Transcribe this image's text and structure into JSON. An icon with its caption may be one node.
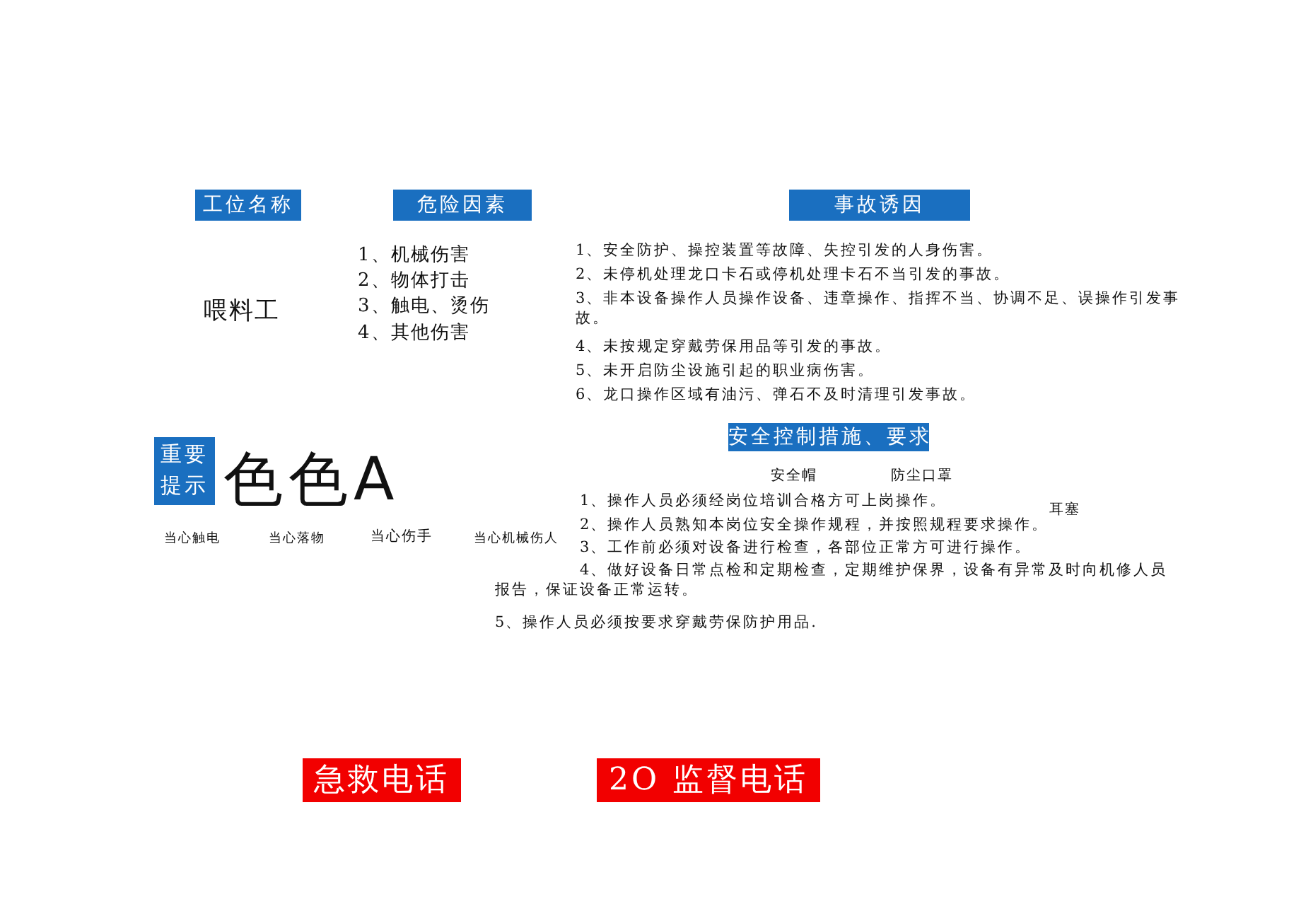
{
  "diagram": {
    "nodes": [
      {
        "text": [
          "工位名称"
        ]
      },
      {
        "text": [
          "危险因素"
        ]
      },
      {
        "text": [
          "事故诱因"
        ]
      },
      {
        "text": [
          "安全控制措施、要求"
        ]
      },
      {
        "text": [
          "重要提示"
        ]
      },
      {
        "text": [
          "急救电话"
        ]
      },
      {
        "text": [
          "2O 监督电话"
        ]
      }
    ],
    "labels": [
      "喂料工",
      "1、机械伤害",
      "2、物体打击",
      "3、触电、烫伤",
      "4、其他伤害",
      "1、安全防护、操控装置等故障、失控引发的人身伤害。",
      "2、未停机处理龙口卡石或停机处理卡石不当引发的事故。",
      "3、非本设备操作人员操作设备、违章操作、指挥不当、协调不足、误操作引发事故。",
      "4、未按规定穿戴劳保用品等引发的事故。",
      "5、未开启防尘设施引起的职业病伤害。",
      "6、龙口操作区域有油污、弹石不及时清理引发事故。",
      "色色A",
      "当心触电",
      "当心落物",
      "当心伤手",
      "当心机械伤人",
      "安全帽",
      "防尘口罩",
      "耳塞",
      "1、操作人员必须经岗位培训合格方可上岗操作。",
      "2、操作人员熟知本岗位安全操作规程，并按照规程要求操作。",
      "3、工作前必须对设备进行检查，各部位正常方可进行操作。",
      "4、做好设备日常点检和定期检查，定期维护保界，设备有异常及时向机修人员报告，保证设备正常运转。",
      "5、操作人员必须按要求穿戴劳保防护用品."
    ]
  }
}
